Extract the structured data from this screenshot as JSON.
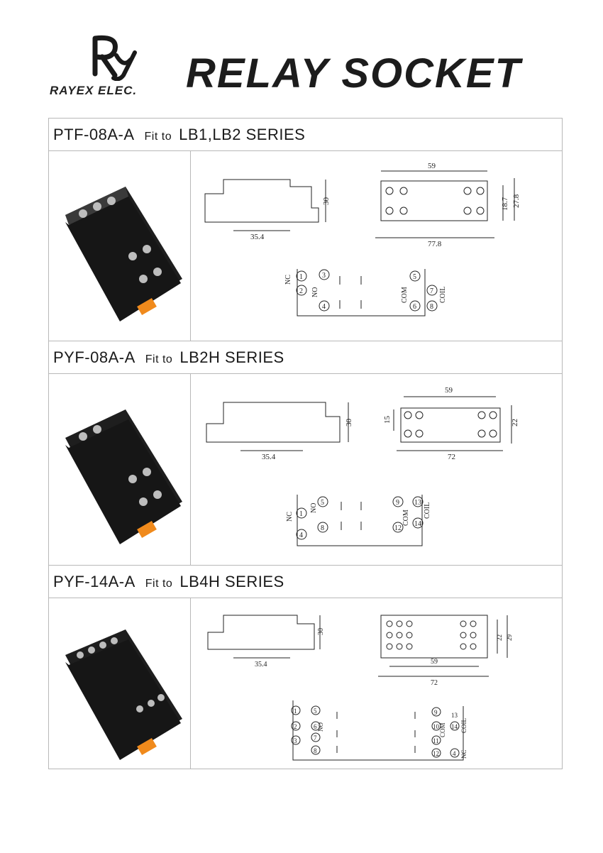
{
  "header": {
    "brand_mark": "Ry",
    "brand": "RAYEX ELEC.",
    "title": "RELAY SOCKET"
  },
  "products": [
    {
      "model": "PTF-08A-A",
      "fit_label": "Fit to",
      "series": "LB1,LB2 SERIES",
      "dims": {
        "side_width": "35.4",
        "side_height": "30",
        "top_span": "59",
        "top_total": "77.8",
        "top_h1": "18.7",
        "top_h2": "27.8"
      },
      "pins": [
        "1",
        "2",
        "3",
        "4",
        "5",
        "6",
        "7",
        "8"
      ],
      "labels": {
        "nc": "NC",
        "no": "NO",
        "com": "COM",
        "coil": "COIL"
      }
    },
    {
      "model": "PYF-08A-A",
      "fit_label": "Fit to",
      "series": "LB2H SERIES",
      "dims": {
        "side_width": "35.4",
        "side_height": "30",
        "top_span": "59",
        "top_total": "72",
        "top_h1": "15",
        "top_h2": "22"
      },
      "pins": [
        "1",
        "4",
        "5",
        "8",
        "9",
        "12",
        "13",
        "14"
      ],
      "labels": {
        "nc": "NC",
        "no": "NO",
        "com": "COM",
        "coil": "COIL"
      }
    },
    {
      "model": "PYF-14A-A",
      "fit_label": "Fit to",
      "series": "LB4H SERIES",
      "dims": {
        "side_width": "35.4",
        "side_height": "30",
        "top_span": "59",
        "top_total": "72",
        "top_h1": "22",
        "top_h2": "29"
      },
      "pins": [
        "1",
        "2",
        "3",
        "4",
        "5",
        "6",
        "7",
        "8",
        "9",
        "10",
        "11",
        "12",
        "13",
        "14"
      ],
      "labels": {
        "nc": "NC",
        "no": "NO",
        "com": "COM",
        "coil": "COIL"
      }
    }
  ]
}
